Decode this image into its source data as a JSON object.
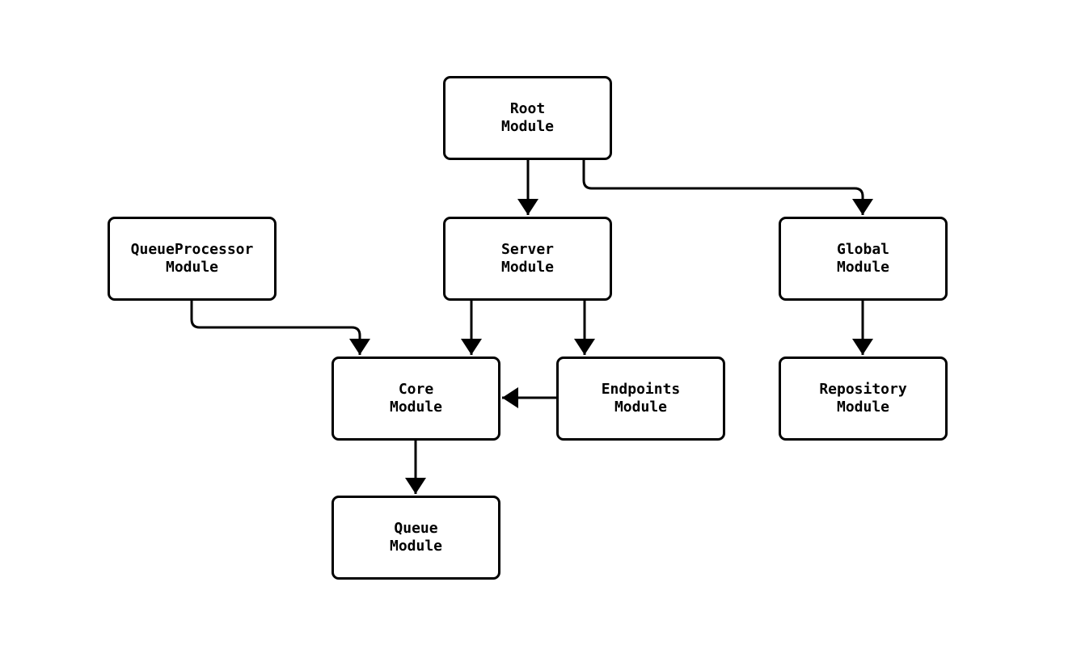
{
  "diagram": {
    "background_color": "#ffffff",
    "line_color": "#000000",
    "box_fill_color": "#ffffff",
    "box_border_color": "#000000",
    "nodes": {
      "root": {
        "label": "Root\nModule"
      },
      "queueprocessor": {
        "label": "QueueProcessor\nModule"
      },
      "server": {
        "label": "Server\nModule"
      },
      "global": {
        "label": "Global\nModule"
      },
      "core": {
        "label": "Core\nModule"
      },
      "endpoints": {
        "label": "Endpoints\nModule"
      },
      "repository": {
        "label": "Repository\nModule"
      },
      "queue": {
        "label": "Queue\nModule"
      }
    },
    "edges": [
      {
        "from": "Root Module",
        "to": "Server Module"
      },
      {
        "from": "Root Module",
        "to": "Global Module"
      },
      {
        "from": "QueueProcessor Module",
        "to": "Core Module"
      },
      {
        "from": "Server Module",
        "to": "Core Module"
      },
      {
        "from": "Server Module",
        "to": "Endpoints Module"
      },
      {
        "from": "Global Module",
        "to": "Repository Module"
      },
      {
        "from": "Endpoints Module",
        "to": "Core Module"
      },
      {
        "from": "Core Module",
        "to": "Queue Module"
      }
    ]
  }
}
